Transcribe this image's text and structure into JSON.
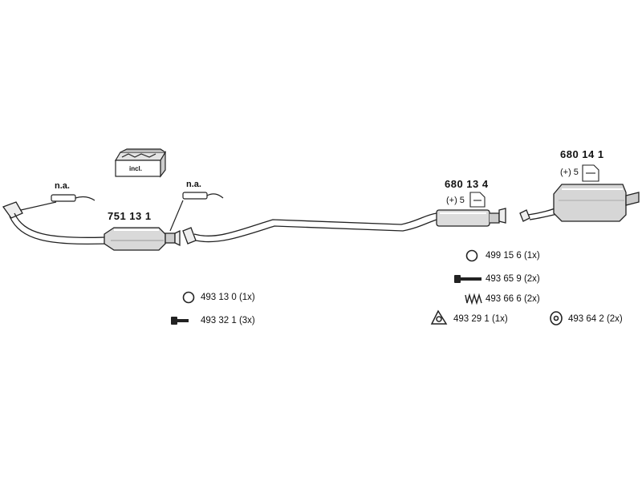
{
  "parts": {
    "catalytic_converter": "751 13 1",
    "center_silencer": "680 13 4",
    "rear_silencer": "680 14 1"
  },
  "sensor_labels": {
    "front": "n.a.",
    "rear": "n.a."
  },
  "kit_box_label": "incl.",
  "door_markers": {
    "center_prefix": "(+) 5",
    "rear_prefix": "(+) 5"
  },
  "hardware": {
    "left": [
      {
        "icon": "ring-gasket-icon",
        "text": "493 13 0 (1x)"
      },
      {
        "icon": "bolt-icon",
        "text": "493 32 1 (3x)"
      }
    ],
    "right_column": [
      {
        "icon": "ring-gasket-icon",
        "text": "499 15 6 (1x)"
      },
      {
        "icon": "long-bolt-icon",
        "text": "493 65 9 (2x)"
      },
      {
        "icon": "spring-icon",
        "text": "493 66 6 (2x)"
      }
    ],
    "bottom_row": [
      {
        "icon": "flange-gasket-icon",
        "text": "493 29 1 (1x)"
      },
      {
        "icon": "rubber-hanger-icon",
        "text": "493 64 2 (2x)"
      }
    ]
  }
}
